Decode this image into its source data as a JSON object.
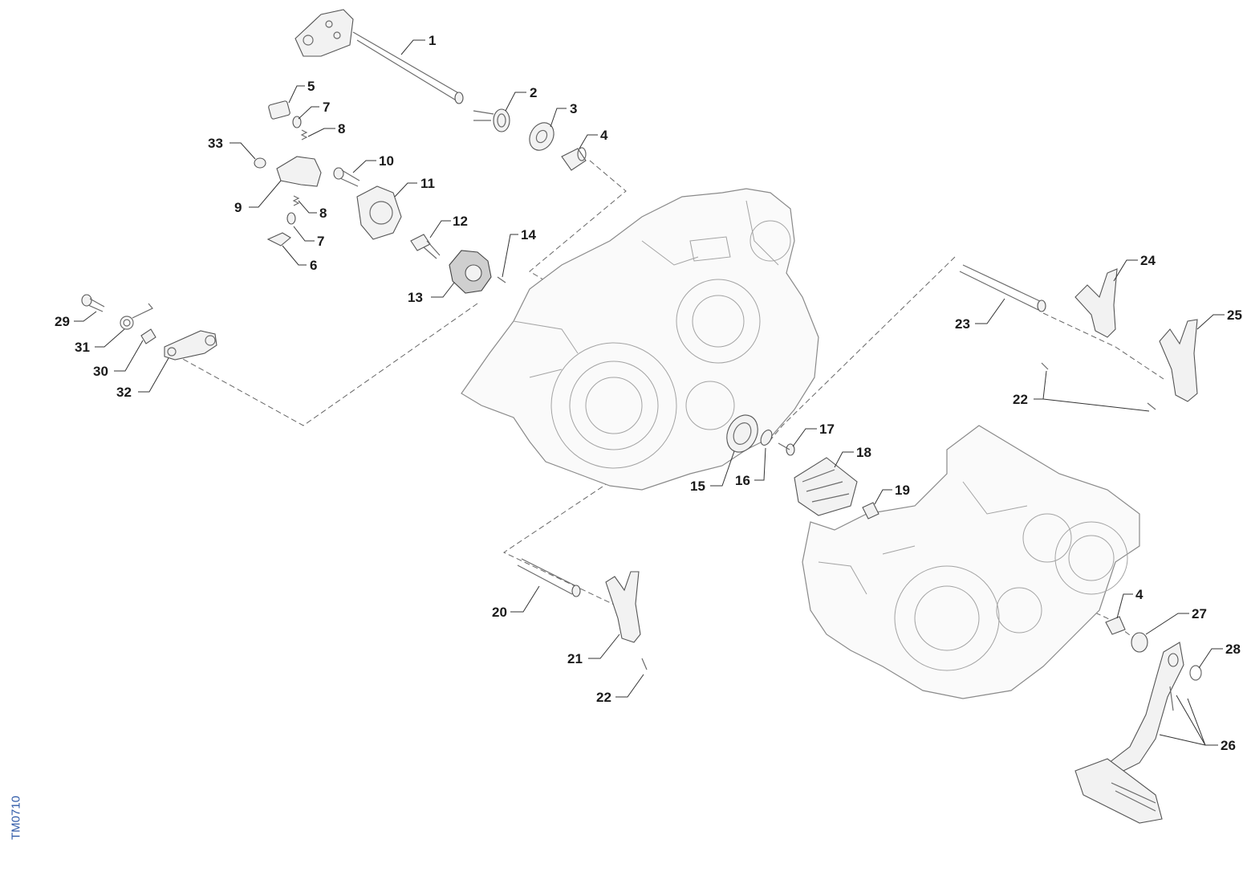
{
  "drawing_code": "TM0710",
  "callouts": [
    {
      "id": "c1",
      "label": "1"
    },
    {
      "id": "c2",
      "label": "2"
    },
    {
      "id": "c3",
      "label": "3"
    },
    {
      "id": "c4a",
      "label": "4"
    },
    {
      "id": "c5",
      "label": "5"
    },
    {
      "id": "c7a",
      "label": "7"
    },
    {
      "id": "c8a",
      "label": "8"
    },
    {
      "id": "c33",
      "label": "33"
    },
    {
      "id": "c10",
      "label": "10"
    },
    {
      "id": "c11",
      "label": "11"
    },
    {
      "id": "c9",
      "label": "9"
    },
    {
      "id": "c8b",
      "label": "8"
    },
    {
      "id": "c7b",
      "label": "7"
    },
    {
      "id": "c6",
      "label": "6"
    },
    {
      "id": "c12",
      "label": "12"
    },
    {
      "id": "c14",
      "label": "14"
    },
    {
      "id": "c13",
      "label": "13"
    },
    {
      "id": "c29",
      "label": "29"
    },
    {
      "id": "c31",
      "label": "31"
    },
    {
      "id": "c30",
      "label": "30"
    },
    {
      "id": "c32",
      "label": "32"
    },
    {
      "id": "c24",
      "label": "24"
    },
    {
      "id": "c25",
      "label": "25"
    },
    {
      "id": "c23",
      "label": "23"
    },
    {
      "id": "c22a",
      "label": "22"
    },
    {
      "id": "c17",
      "label": "17"
    },
    {
      "id": "c18",
      "label": "18"
    },
    {
      "id": "c19",
      "label": "19"
    },
    {
      "id": "c15",
      "label": "15"
    },
    {
      "id": "c16",
      "label": "16"
    },
    {
      "id": "c20",
      "label": "20"
    },
    {
      "id": "c21",
      "label": "21"
    },
    {
      "id": "c22b",
      "label": "22"
    },
    {
      "id": "c4b",
      "label": "4"
    },
    {
      "id": "c27",
      "label": "27"
    },
    {
      "id": "c28",
      "label": "28"
    },
    {
      "id": "c26",
      "label": "26"
    }
  ]
}
